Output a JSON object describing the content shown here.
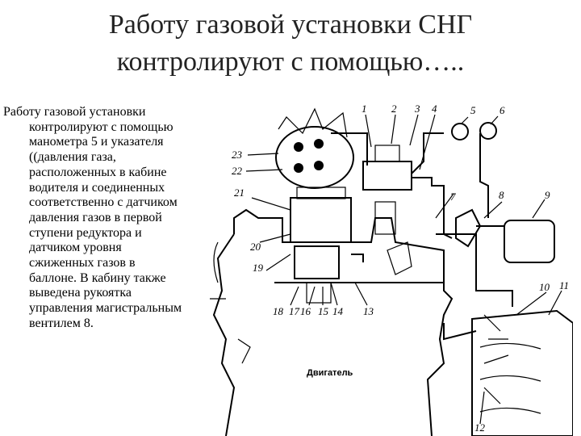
{
  "slide": {
    "title_line1": "Работу газовой установки СНГ",
    "title_line2": "контролируют с помощью…..",
    "body": "Работу газовой установки контролируют с помощью манометра 5 и указателя ((давления газа, расположенных в кабине водителя и соединенных соответственно с датчиком давления газов в первой ступени редуктора и датчиком уровня сжиженных газов в баллоне. В кабину также выведена рукоятка управления магистральным вентилем 8."
  },
  "diagram": {
    "engine_label": "Двигатель",
    "callouts": [
      "1",
      "2",
      "3",
      "4",
      "5",
      "6",
      "7",
      "8",
      "9",
      "10",
      "11",
      "12",
      "13",
      "14",
      "15",
      "16",
      "17",
      "18",
      "19",
      "20",
      "21",
      "22",
      "23"
    ]
  }
}
